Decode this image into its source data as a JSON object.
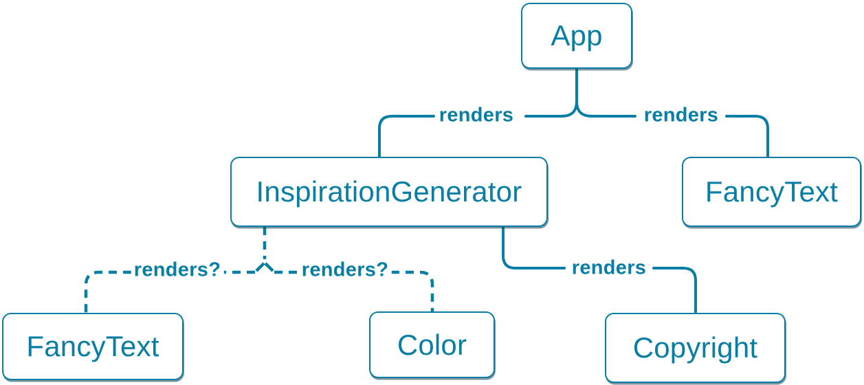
{
  "diagram": {
    "type": "component-render-tree",
    "accent_color": "#087ea4",
    "background_color": "#ffffff",
    "nodes": [
      {
        "label": "App"
      },
      {
        "label": "InspirationGenerator"
      },
      {
        "label": "FancyText"
      },
      {
        "label": "FancyText"
      },
      {
        "label": "Color"
      },
      {
        "label": "Copyright"
      }
    ],
    "edges": [
      {
        "from": "App",
        "to": "InspirationGenerator",
        "label": "renders",
        "style": "solid"
      },
      {
        "from": "App",
        "to": "FancyText",
        "label": "renders",
        "style": "solid"
      },
      {
        "from": "InspirationGenerator",
        "to": "FancyText",
        "label": "renders?",
        "style": "dashed"
      },
      {
        "from": "InspirationGenerator",
        "to": "Color",
        "label": "renders?",
        "style": "dashed"
      },
      {
        "from": "InspirationGenerator",
        "to": "Copyright",
        "label": "renders",
        "style": "solid"
      }
    ]
  }
}
